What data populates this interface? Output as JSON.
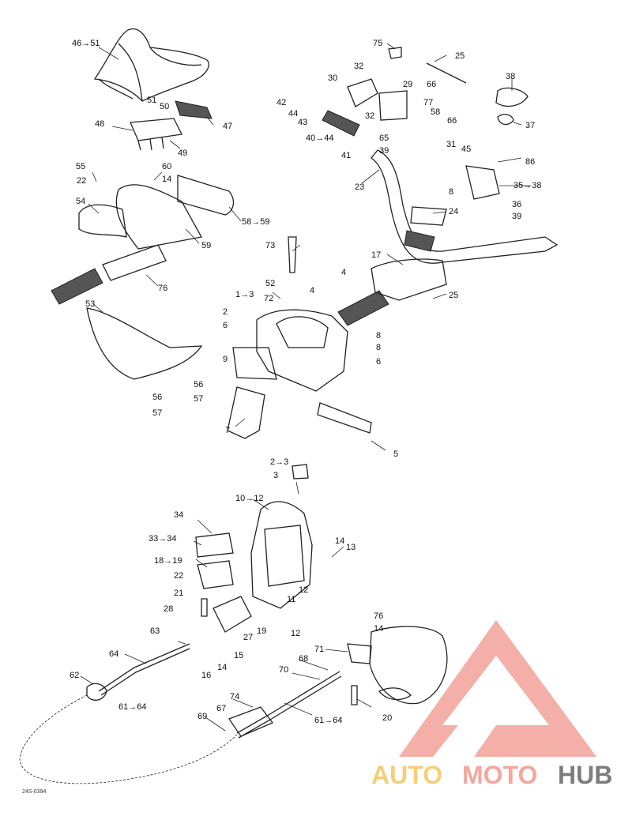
{
  "diagram": {
    "reference_code": "24S-0394",
    "callouts": [
      "46→51",
      "47",
      "48",
      "49",
      "50",
      "51",
      "55",
      "22",
      "60",
      "14",
      "54",
      "58→59",
      "59",
      "76",
      "53",
      "56",
      "56",
      "57",
      "57",
      "73",
      "52",
      "72",
      "1→3",
      "4",
      "2",
      "6",
      "9",
      "7",
      "8",
      "8",
      "6",
      "5",
      "75",
      "25",
      "32",
      "30",
      "29",
      "66",
      "77",
      "58",
      "66",
      "42",
      "44",
      "43",
      "32",
      "40→44",
      "65",
      "39",
      "41",
      "23",
      "38",
      "37",
      "31",
      "45",
      "86",
      "35→38",
      "8",
      "36",
      "39",
      "24",
      "17",
      "4",
      "25",
      "2→3",
      "3",
      "10→12",
      "34",
      "33→34",
      "18→19",
      "22",
      "21",
      "28",
      "14",
      "13",
      "12",
      "11",
      "12",
      "19",
      "27",
      "15",
      "63",
      "64",
      "62",
      "61→64",
      "16",
      "14",
      "76",
      "14",
      "71",
      "68",
      "70",
      "20",
      "74",
      "67",
      "69",
      "61→64"
    ]
  },
  "watermark": {
    "brand_part_1": "AUTO",
    "brand_part_2": "MOTO",
    "brand_part_3": "HUB",
    "colors": {
      "red": "#f3a79e",
      "yellow": "#f4cf7a",
      "gray": "#7d7d7d"
    }
  }
}
